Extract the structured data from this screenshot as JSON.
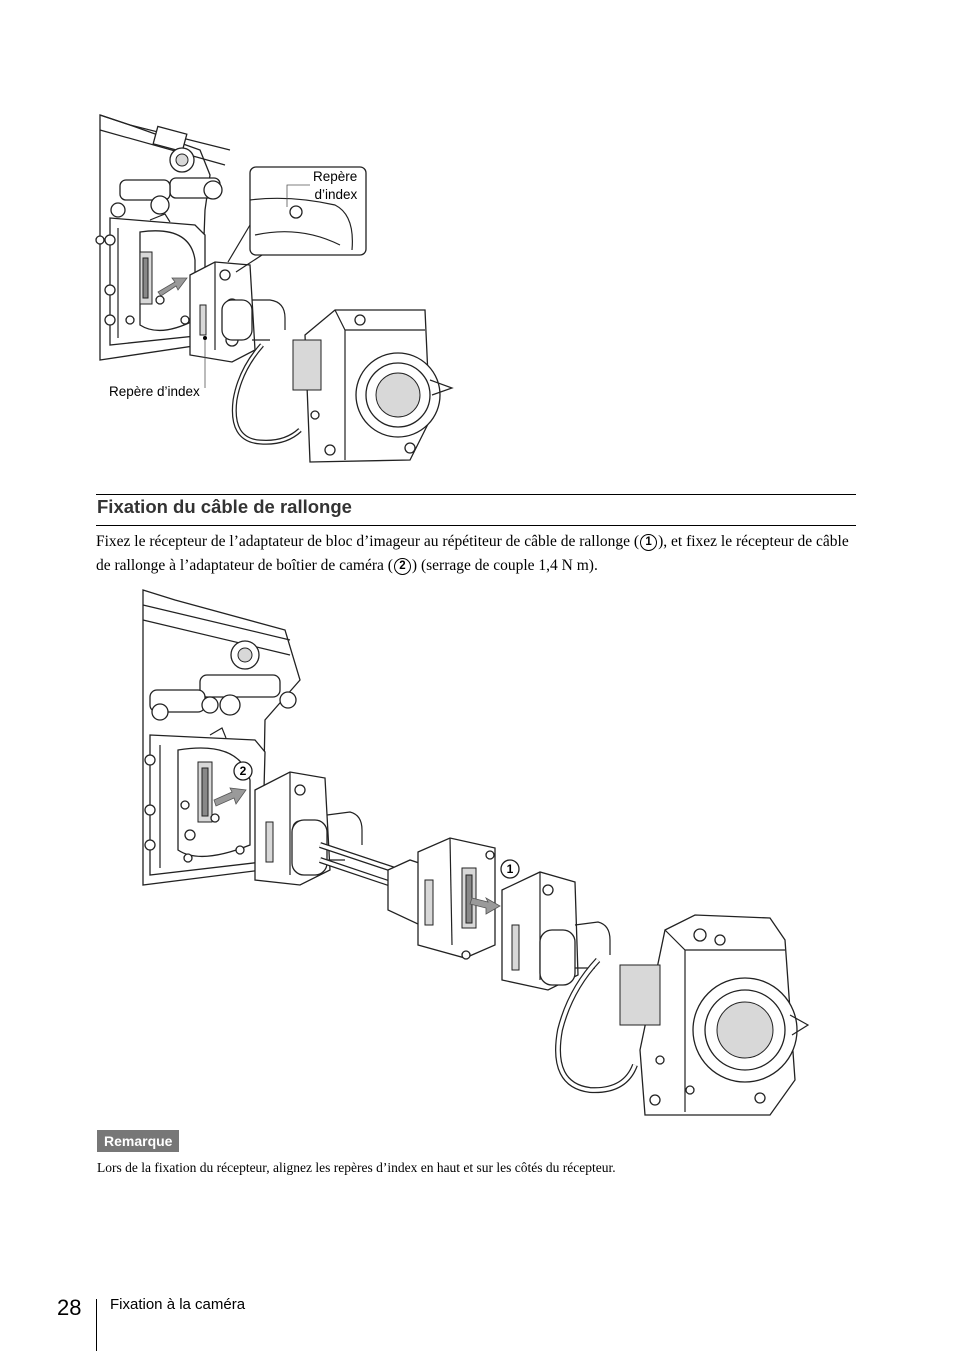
{
  "figure1": {
    "callout_label_top": "Repère\nd’index",
    "callout_label_left": "Repère d’index"
  },
  "section": {
    "title": "Fixation du câble de rallonge"
  },
  "body": {
    "part1": "Fixez le récepteur de l’adaptateur de bloc d’imageur au répétiteur de câble de rallonge (",
    "num1": "1",
    "part2": "), et fixez le récepteur de câble de rallonge à l’adaptateur de boîtier de caméra (",
    "num2": "2",
    "part3": ") (serrage de couple 1,4 N m)."
  },
  "figure2": {
    "marker_1": "1",
    "marker_2": "2"
  },
  "remark": {
    "badge": "Remarque",
    "text": "Lors de la fixation du récepteur, alignez les repères d’index en haut et sur les côtés du récepteur."
  },
  "footer": {
    "page_number": "28",
    "section_name": "Fixation à la caméra"
  }
}
